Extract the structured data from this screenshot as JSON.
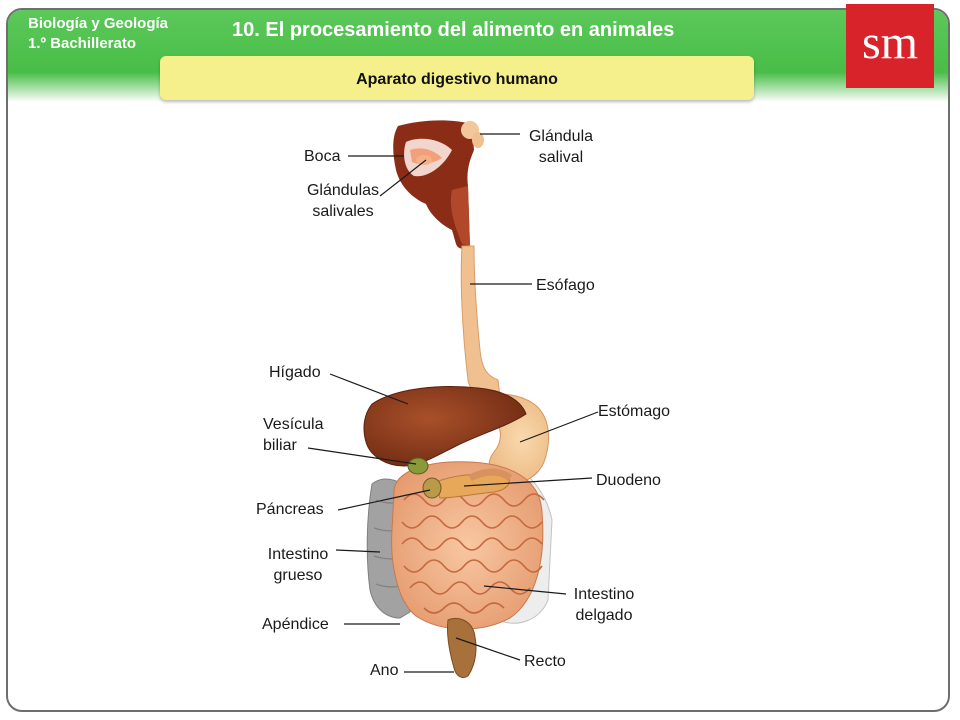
{
  "header": {
    "course_line1": "Biología y Geología",
    "course_line2": "1.º Bachillerato",
    "title": "10. El procesamiento del alimento en animales",
    "logo_text": "sm",
    "subtitle": "Aparato digestivo humano"
  },
  "labels": {
    "boca": "Boca",
    "glandulas_salivales_1": "Glándulas",
    "glandulas_salivales_2": "salivales",
    "glandula_salival_1": "Glándula",
    "glandula_salival_2": "salival",
    "esofago": "Esófago",
    "higado": "Hígado",
    "vesicula_1": "Vesícula",
    "vesicula_2": "biliar",
    "estomago": "Estómago",
    "pancreas": "Páncreas",
    "duodeno": "Duodeno",
    "intestino_grueso_1": "Intestino",
    "intestino_grueso_2": "grueso",
    "intestino_delgado_1": "Intestino",
    "intestino_delgado_2": "delgado",
    "apendice": "Apéndice",
    "recto": "Recto",
    "ano": "Ano"
  },
  "colors": {
    "header_green": "#46bb44",
    "subtitle_yellow": "#f6f08c",
    "logo_red": "#d8232a",
    "liver": "#8a3a1c",
    "intestine": "#f3b78e",
    "colon": "#9a9a9a",
    "esophagus": "#f0c090"
  }
}
